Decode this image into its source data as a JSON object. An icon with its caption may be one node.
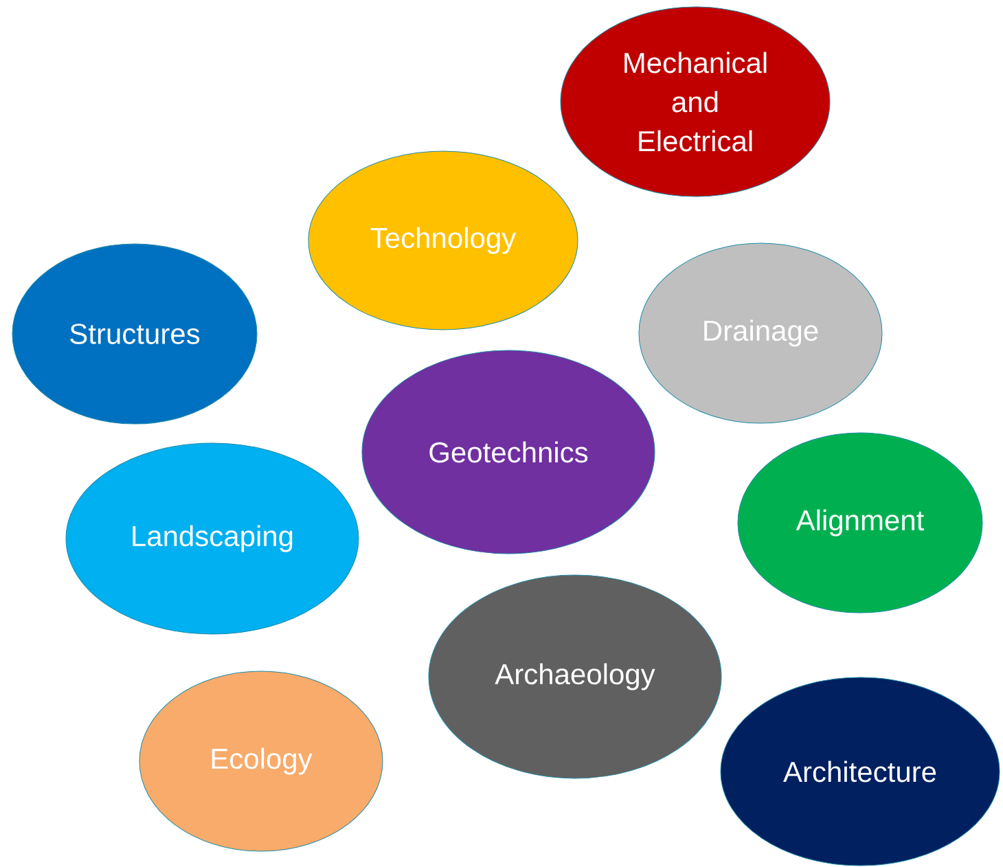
{
  "diagram": {
    "nodes": [
      {
        "text": [
          "Mechanical and Electrical"
        ]
      },
      {
        "text": [
          "Technology"
        ]
      },
      {
        "text": [
          "Structures"
        ]
      },
      {
        "text": [
          "Drainage"
        ]
      },
      {
        "text": [
          "Geotechnics"
        ]
      },
      {
        "text": [
          "Landscaping"
        ]
      },
      {
        "text": [
          "Alignment"
        ]
      },
      {
        "text": [
          "Archaeology"
        ]
      },
      {
        "text": [
          "Ecology"
        ]
      },
      {
        "text": [
          "Architecture"
        ]
      }
    ]
  }
}
